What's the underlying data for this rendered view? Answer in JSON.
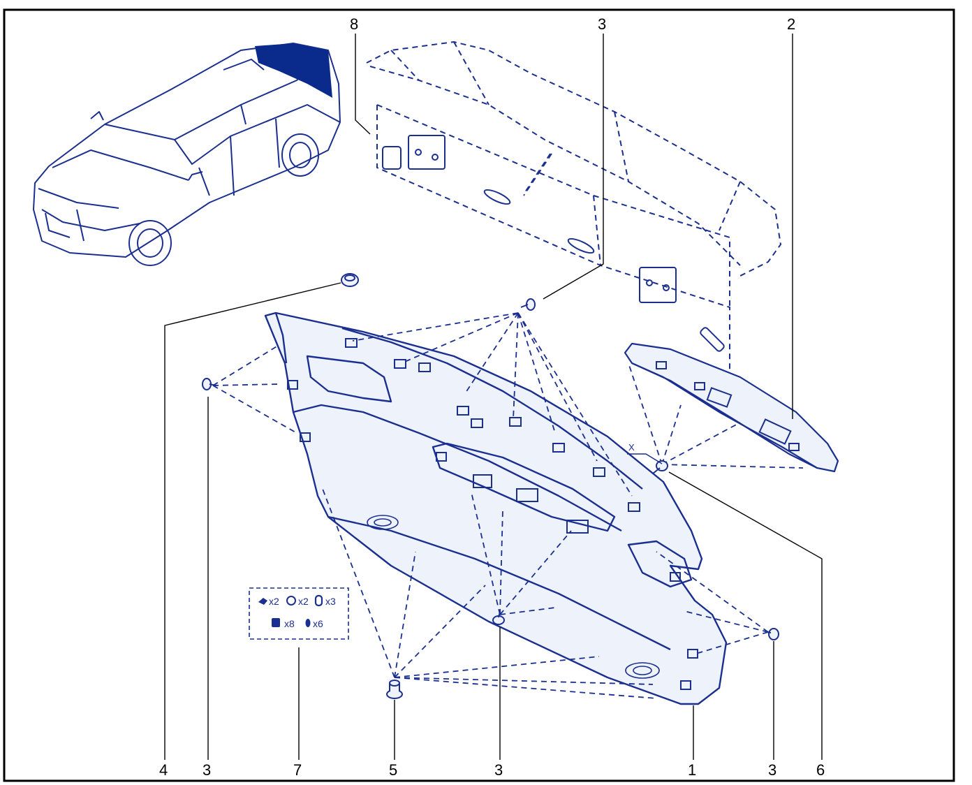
{
  "colors": {
    "line": "#1a2f8f",
    "fill_dark": "#0a2a8c",
    "fill_light": "#eef2fb",
    "frame": "#000000",
    "label": "#000000"
  },
  "callouts": {
    "top_8": "8",
    "top_3": "3",
    "top_2": "2",
    "bottom_4": "4",
    "bottom_3a": "3",
    "bottom_7": "7",
    "bottom_5": "5",
    "bottom_3b": "3",
    "bottom_1": "1",
    "bottom_3c": "3",
    "bottom_6": "6"
  },
  "kit": {
    "row1_a": "x2",
    "row1_b": "x2",
    "row1_c": "x3",
    "row2_a": "x8",
    "row2_b": "x6"
  },
  "dimension_mark": "X",
  "icons": {
    "vehicle": "estate-car-icon",
    "clip": "push-clip-icon",
    "screw": "screw-icon",
    "grommet": "grommet-icon"
  }
}
